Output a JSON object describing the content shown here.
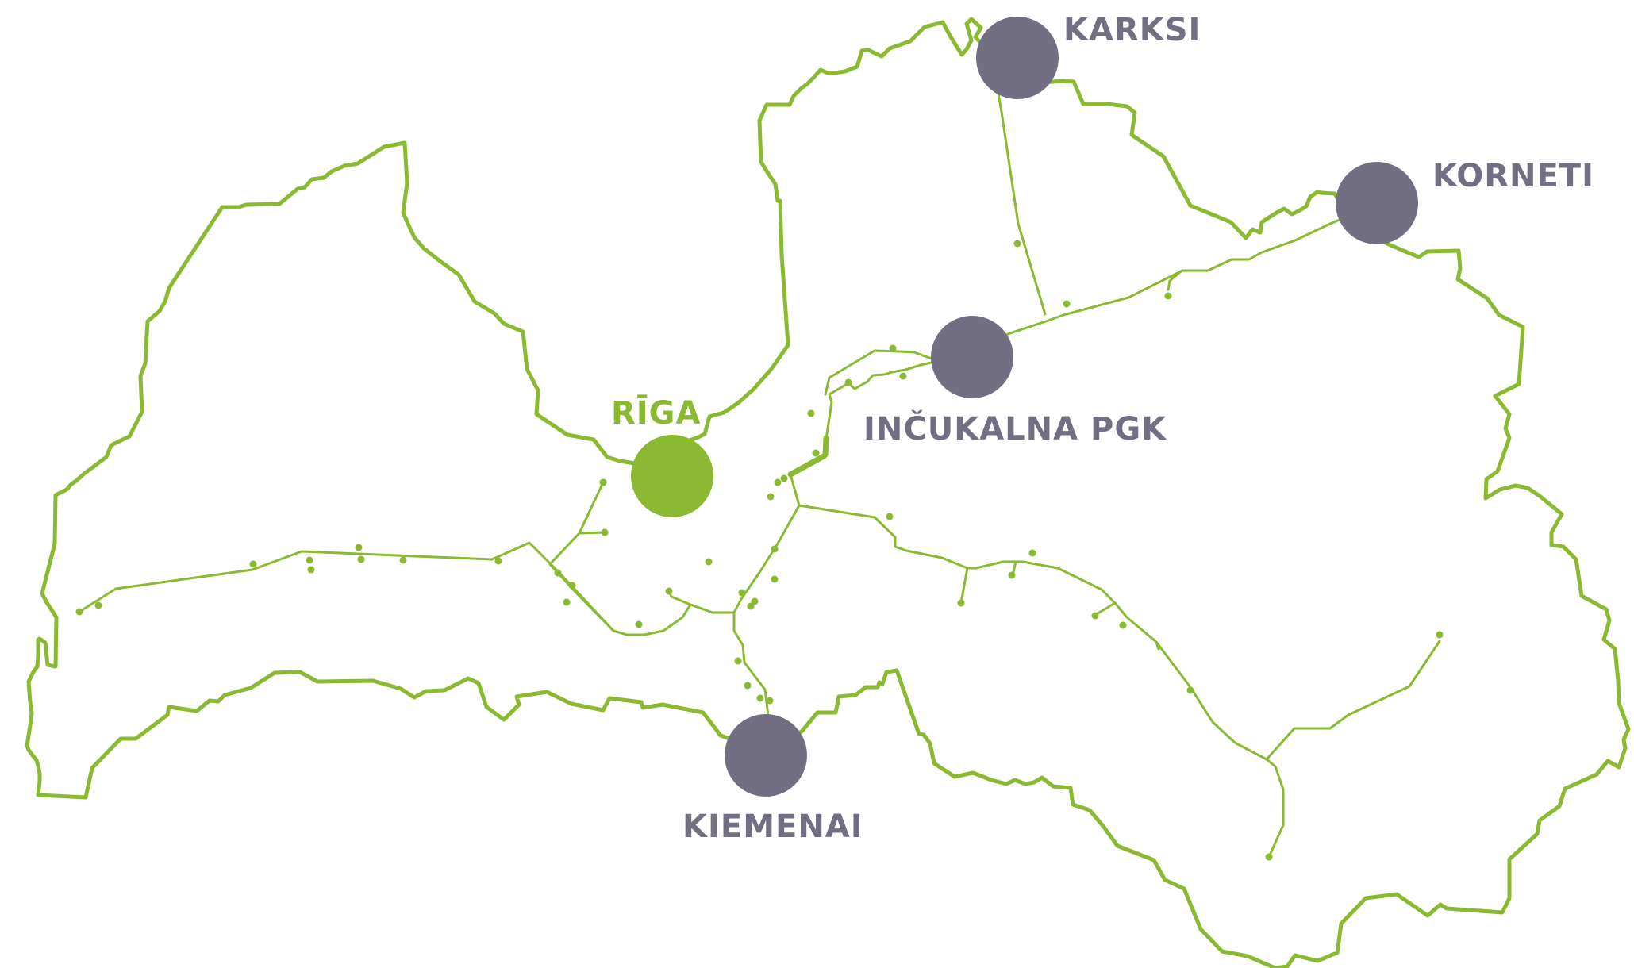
{
  "colors": {
    "border": "#8aba32",
    "pipeline": "#8aba32",
    "capital_node": "#8aba32",
    "node": "#736f83",
    "capital_label": "#8aba32",
    "node_label": "#736f83"
  },
  "map": {
    "country_outline": "latvia-border",
    "capital": {
      "label": "RĪGA"
    },
    "nodes": [
      {
        "id": "karksi",
        "label": "KARKSI"
      },
      {
        "id": "korneti",
        "label": "KORNETI"
      },
      {
        "id": "incukalns",
        "label": "INČUKALNA PGK"
      },
      {
        "id": "kiemenai",
        "label": "KIEMENAI"
      }
    ]
  }
}
